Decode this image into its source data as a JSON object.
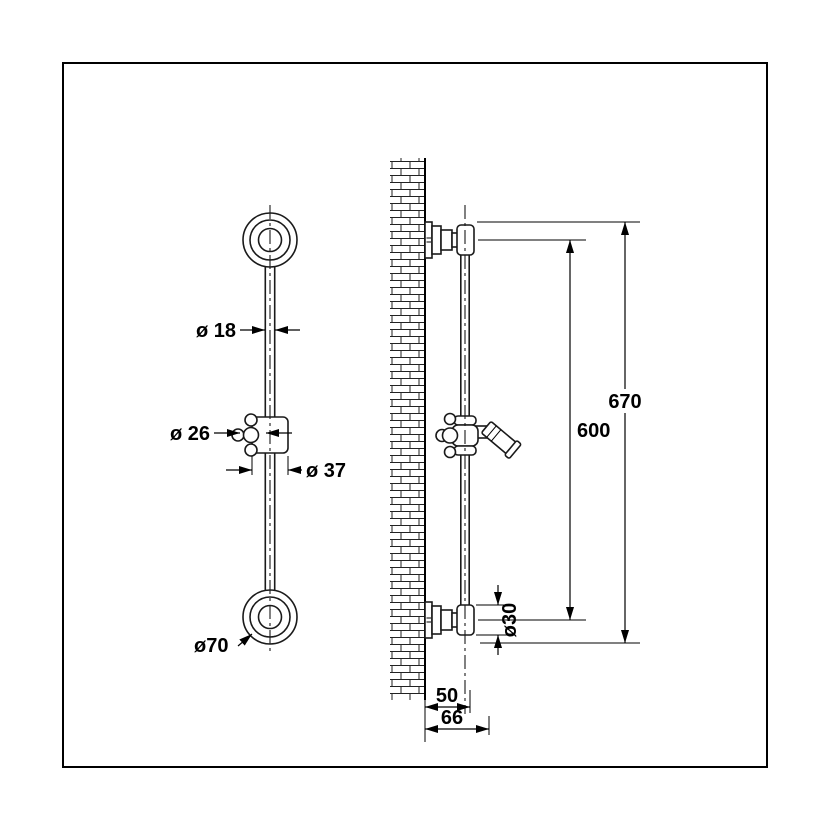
{
  "front_view": {
    "rail_diameter": "ø 18",
    "handle_diameter": "ø 26",
    "slider_diameter": "ø 37",
    "flange_diameter": "ø70"
  },
  "side_view": {
    "centres_height": "600",
    "overall_height": "670",
    "cap_diameter": "ø30",
    "wall_offset": "50",
    "front_offset": "66"
  },
  "colors": {
    "line": "#000000",
    "background": "#ffffff"
  }
}
